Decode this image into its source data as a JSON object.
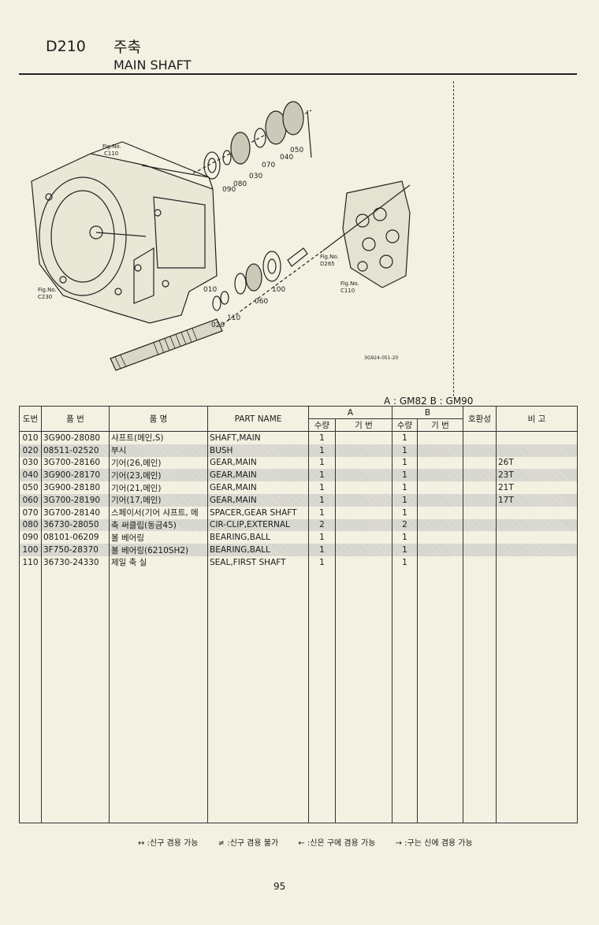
{
  "header": {
    "code": "D210",
    "title_ko": "주축",
    "title_en": "MAIN SHAFT"
  },
  "diagram": {
    "callouts": [
      "010",
      "020",
      "030",
      "040",
      "050",
      "060",
      "070",
      "080",
      "090",
      "100",
      "110"
    ],
    "fig_refs": {
      "c110_top": "Fig.No.\nC110",
      "c230": "Fig.No.\nC230",
      "d265": "Fig.No.\nD265",
      "c110_bottom": "Fig.No.\nC110"
    },
    "drawing_id": "3G924-051-20"
  },
  "model_legend": "A : GM82   B : GM90",
  "table": {
    "headers": {
      "no": "도번",
      "part_no": "품    번",
      "name_ko": "품        명",
      "part_name": "PART  NAME",
      "a": "A",
      "b": "B",
      "qty": "수량",
      "sub": "기  번",
      "compat": "호환성",
      "remark": "비    고"
    },
    "rows": [
      {
        "no": "010",
        "part_no": "3G900-28080",
        "name_ko": "샤프트(메인,S)",
        "part_name": "SHAFT,MAIN",
        "qa": "1",
        "qb": "1",
        "remark": "",
        "shaded": false
      },
      {
        "no": "020",
        "part_no": "08511-02520",
        "name_ko": "부시",
        "part_name": "BUSH",
        "qa": "1",
        "qb": "1",
        "remark": "",
        "shaded": true
      },
      {
        "no": "030",
        "part_no": "3G700-28160",
        "name_ko": "기어(26,메인)",
        "part_name": "GEAR,MAIN",
        "qa": "1",
        "qb": "1",
        "remark": "26T",
        "shaded": false
      },
      {
        "no": "040",
        "part_no": "3G900-28170",
        "name_ko": "기어(23,메인)",
        "part_name": "GEAR,MAIN",
        "qa": "1",
        "qb": "1",
        "remark": "23T",
        "shaded": true
      },
      {
        "no": "050",
        "part_no": "3G900-28180",
        "name_ko": "기어(21,메인)",
        "part_name": "GEAR,MAIN",
        "qa": "1",
        "qb": "1",
        "remark": "21T",
        "shaded": false
      },
      {
        "no": "060",
        "part_no": "3G700-28190",
        "name_ko": "기어(17,메인)",
        "part_name": "GEAR,MAIN",
        "qa": "1",
        "qb": "1",
        "remark": "17T",
        "shaded": true
      },
      {
        "no": "070",
        "part_no": "3G700-28140",
        "name_ko": "스페이서(기어 샤프트, 메",
        "part_name": "SPACER,GEAR SHAFT",
        "qa": "1",
        "qb": "1",
        "remark": "",
        "shaded": false
      },
      {
        "no": "080",
        "part_no": "36730-28050",
        "name_ko": "축 써클립(동금45)",
        "part_name": "CIR-CLIP,EXTERNAL",
        "qa": "2",
        "qb": "2",
        "remark": "",
        "shaded": true
      },
      {
        "no": "090",
        "part_no": "08101-06209",
        "name_ko": "볼 베어링",
        "part_name": "BEARING,BALL",
        "qa": "1",
        "qb": "1",
        "remark": "",
        "shaded": false
      },
      {
        "no": "100",
        "part_no": "3F750-28370",
        "name_ko": "볼 베어링(6210SH2)",
        "part_name": "BEARING,BALL",
        "qa": "1",
        "qb": "1",
        "remark": "",
        "shaded": true
      },
      {
        "no": "110",
        "part_no": "36730-24330",
        "name_ko": "제일 축 실",
        "part_name": "SEAL,FIRST SHAFT",
        "qa": "1",
        "qb": "1",
        "remark": "",
        "shaded": false
      }
    ]
  },
  "footer_legend": [
    "↔ :신구 겸용 가능",
    "≠ :신구 겸용 불가",
    "← :신은 구에 겸용 가능",
    "→ :구는 신에 겸용 가능"
  ],
  "page_number": "95"
}
